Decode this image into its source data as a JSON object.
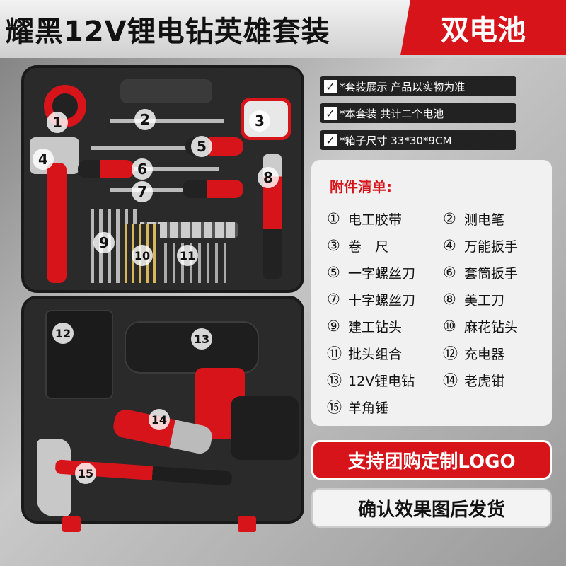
{
  "header": {
    "title": "耀黑12V锂电钻英雄套装",
    "badge": "双电池"
  },
  "info_tags": [
    "*套装展示 产品以实物为准",
    "*本套装  共计二个电池",
    "*箱子尺寸 33*30*9CM"
  ],
  "parts": {
    "title": "附件清单:",
    "items": [
      {
        "num": "①",
        "label": "电工胶带"
      },
      {
        "num": "②",
        "label": "测电笔"
      },
      {
        "num": "③",
        "label": "卷　尺"
      },
      {
        "num": "④",
        "label": "万能扳手"
      },
      {
        "num": "⑤",
        "label": "一字螺丝刀"
      },
      {
        "num": "⑥",
        "label": "套筒扳手"
      },
      {
        "num": "⑦",
        "label": "十字螺丝刀"
      },
      {
        "num": "⑧",
        "label": "美工刀"
      },
      {
        "num": "⑨",
        "label": "建工钻头"
      },
      {
        "num": "⑩",
        "label": "麻花钻头"
      },
      {
        "num": "⑪",
        "label": "批头组合"
      },
      {
        "num": "⑫",
        "label": "充电器"
      },
      {
        "num": "⑬",
        "label": "12V锂电钻"
      },
      {
        "num": "⑭",
        "label": "老虎钳"
      },
      {
        "num": "⑮",
        "label": "羊角锤"
      }
    ]
  },
  "markers": [
    "1",
    "2",
    "3",
    "4",
    "5",
    "6",
    "7",
    "8",
    "9",
    "10",
    "11",
    "12",
    "13",
    "14",
    "15"
  ],
  "buttons": {
    "custom": "支持团购定制LOGO",
    "confirm": "确认效果图后发货"
  },
  "colors": {
    "accent": "#d8141b",
    "case": "#2a2a2a"
  }
}
